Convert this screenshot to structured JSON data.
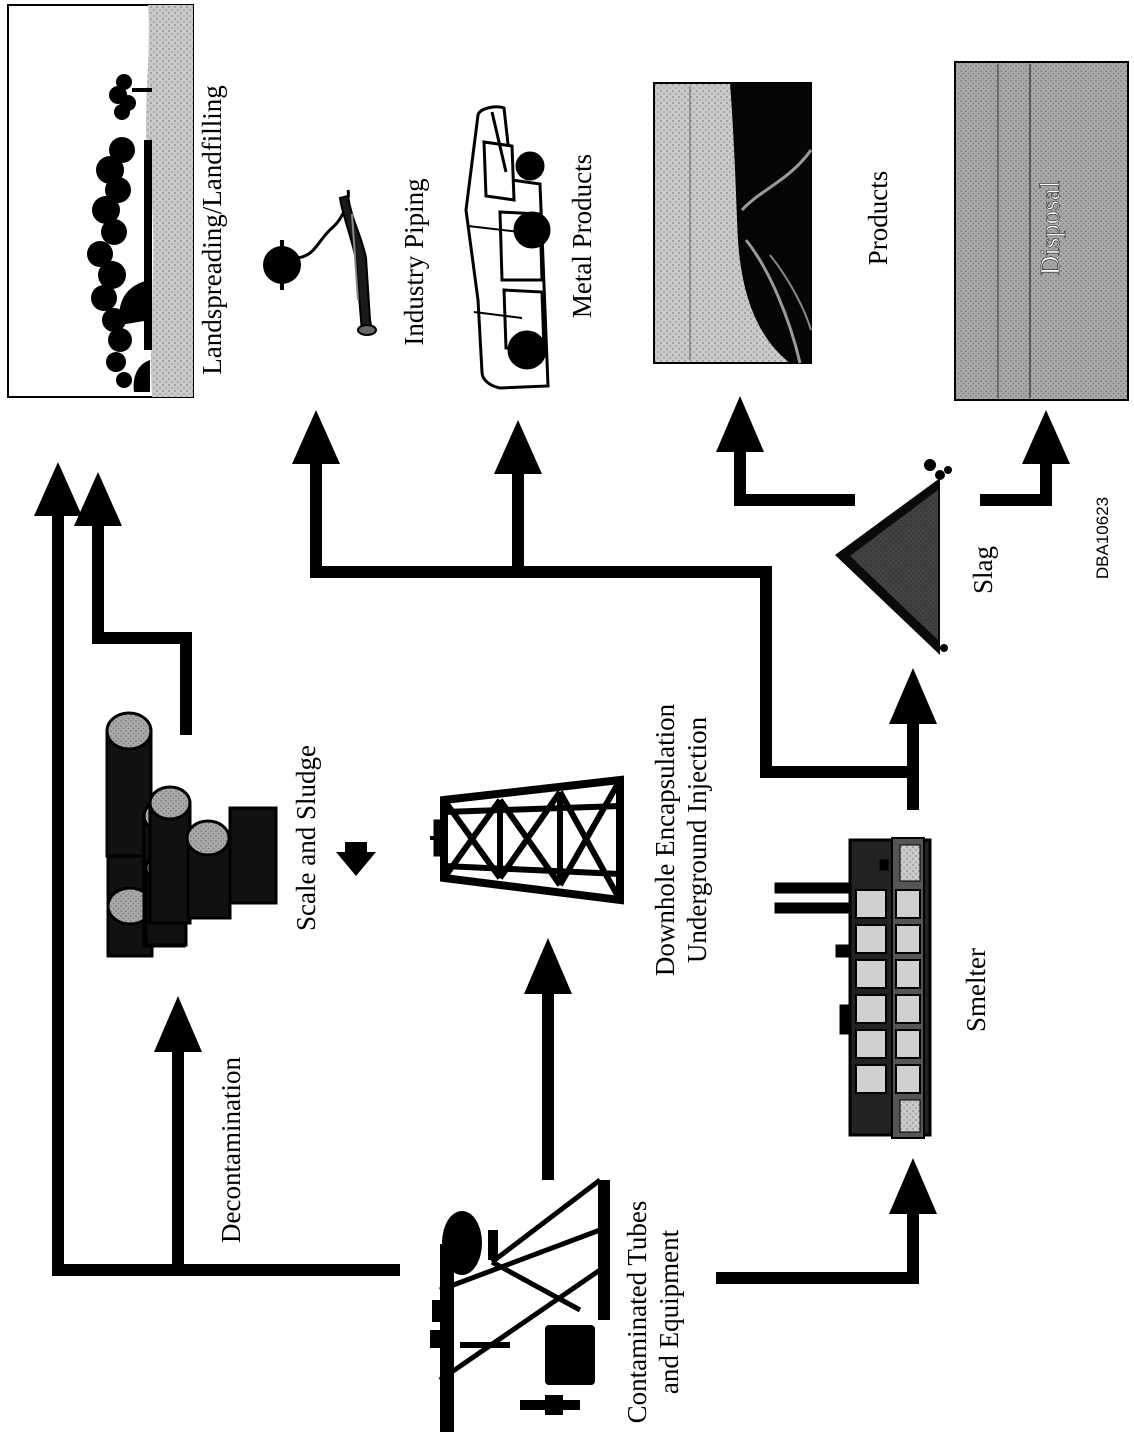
{
  "diagram": {
    "figure_code": "DBA10623",
    "nodes": {
      "source": {
        "line1": "Contaminated Tubes",
        "line2": "and Equipment",
        "icon": "pump-jack-icon"
      },
      "scale_sludge": {
        "label": "Scale and Sludge",
        "icon": "drums-icon"
      },
      "downhole": {
        "line1": "Downhole Encapsulation",
        "line2": "Underground Injection",
        "icon": "drilling-rig-icon"
      },
      "smelter": {
        "label": "Smelter",
        "icon": "factory-icon"
      },
      "slag": {
        "label": "Slag",
        "icon": "slag-pile-icon"
      },
      "landspreading": {
        "label": "Landspreading/Landfilling",
        "icon": "trees-landscape-icon"
      },
      "industry_piping": {
        "label": "Industry Piping",
        "icon": "pipe-icon"
      },
      "metal_products": {
        "label": "Metal Products",
        "icon": "car-icon"
      },
      "products": {
        "label": "Products",
        "icon": "road-photo-icon"
      },
      "disposal": {
        "label": "Disposal",
        "icon": "disposal-photo-icon"
      }
    },
    "edges": {
      "decontamination": {
        "label": "Decontamination"
      }
    }
  }
}
